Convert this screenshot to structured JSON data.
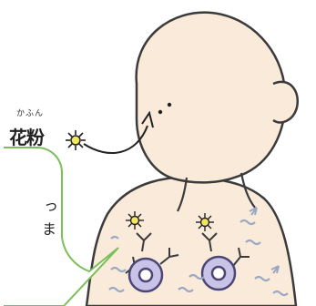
{
  "pollen": {
    "reading": "かふん",
    "label": "花粉"
  },
  "bubble": {
    "line1_fragment": "っ",
    "line2_fragment": "ま"
  },
  "colors": {
    "skin": "#f9ead9",
    "outline": "#3b3b3b",
    "bubble_border": "#7cbf5a",
    "pollen_center": "#f2e85c",
    "cell_fill": "#c9c3e8",
    "cell_stroke": "#4b4676",
    "squiggle": "#9aa8c4"
  }
}
